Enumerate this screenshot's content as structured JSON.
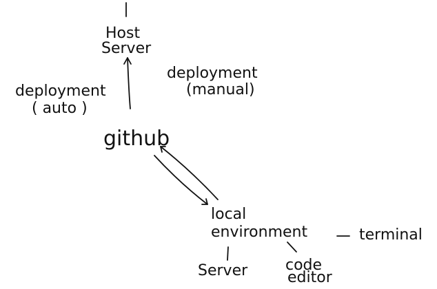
{
  "nodes": {
    "host_server": {
      "line1": "Host",
      "line2": "Server"
    },
    "deploy_auto": {
      "line1": "deployment",
      "line2": "( auto )"
    },
    "deploy_manual": {
      "line1": "deployment",
      "line2": "(manual)"
    },
    "github": {
      "label": "github"
    },
    "local_env": {
      "line1": "local",
      "line2": "environment"
    },
    "terminal": {
      "label": "terminal"
    },
    "server": {
      "label": "Server"
    },
    "code_editor": {
      "line1": "code",
      "line2": "editor"
    }
  },
  "colors": {
    "ink": "#111111",
    "background": "#ffffff"
  }
}
